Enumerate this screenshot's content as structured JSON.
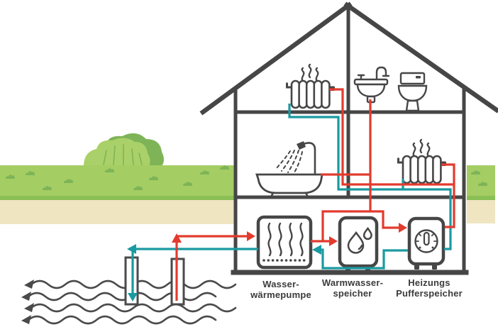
{
  "diagram": {
    "type": "illustration",
    "subject": "water-source heat pump heating system in a house cross-section"
  },
  "labels": {
    "heat_pump": {
      "line1": "Wasser-",
      "line2": "wärmepumpe"
    },
    "hot_water_tank": {
      "line1": "Warmwasser-",
      "line2": "speicher"
    },
    "buffer_tank": {
      "line1": "Heizungs",
      "line2": "Pufferspeicher"
    }
  },
  "colors": {
    "pipe_hot": "#e23b2e",
    "pipe_cold": "#1a9aa1",
    "outline": "#464646",
    "grass": "#a4cd63",
    "grass_dark": "#7eb457",
    "bush_light": "#aad169",
    "soil": "#efe5c1"
  },
  "icons": {
    "heat_pump": "box with four vertical heat waves and dotted base",
    "hot_water_tank": "tank with large and small water drop",
    "buffer_tank": "tank with thermostat dial",
    "radiator": "five-loop radiator with steam squiggles",
    "bathroom": "sink with faucet, toilet, bathtub with shower spray",
    "ground_water": "two wells and four flowing wave lines with left arrows"
  }
}
